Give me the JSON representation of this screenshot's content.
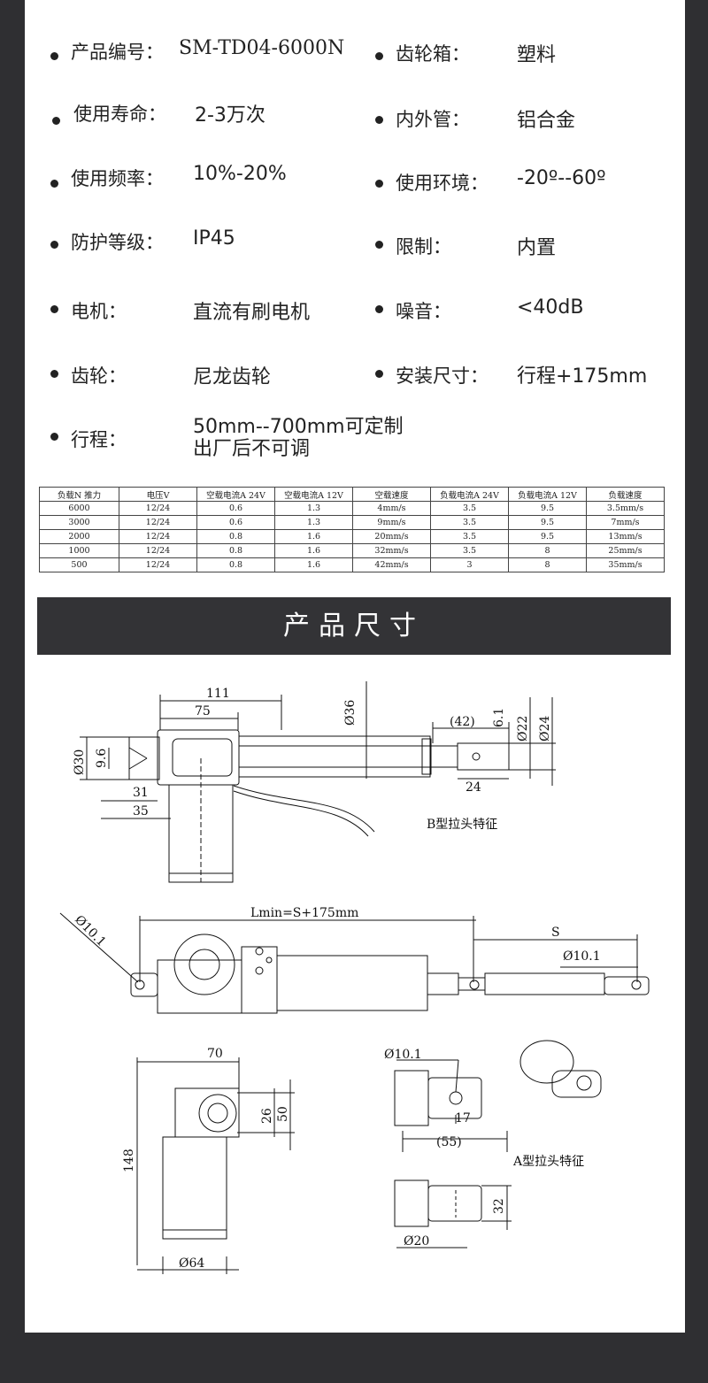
{
  "specs": {
    "model_label": "产品编号：",
    "model_value": "SM-TD04-6000N",
    "gearbox_label": "齿轮箱：",
    "gearbox_value": "塑料",
    "life_label": "使用寿命：",
    "life_value": "2-3万次",
    "tube_label": "内外管：",
    "tube_value": "铝合金",
    "duty_label": "使用频率：",
    "duty_value": "10%-20%",
    "env_label": "使用环境：",
    "env_value": "-20º--60º",
    "ip_label": "防护等级：",
    "ip_value": "IP45",
    "limit_label": "限制：",
    "limit_value": "内置",
    "motor_label": "电机：",
    "motor_value": "直流有刷电机",
    "noise_label": "噪音：",
    "noise_value": "<40dB",
    "gear_label": "齿轮：",
    "gear_value": "尼龙齿轮",
    "install_label": "安装尺寸：",
    "install_value": "行程+175mm",
    "stroke_label": "行程：",
    "stroke_value": "50mm--700mm可定制出厂后不可调"
  },
  "table": {
    "headers": [
      "负载N 推力",
      "电压V",
      "空载电流A 24V",
      "空载电流A 12V",
      "空载速度",
      "负载电流A 24V",
      "负载电流A 12V",
      "负载速度"
    ],
    "rows": [
      [
        "6000",
        "12/24",
        "0.6",
        "1.3",
        "4mm/s",
        "3.5",
        "9.5",
        "3.5mm/s"
      ],
      [
        "3000",
        "12/24",
        "0.6",
        "1.3",
        "9mm/s",
        "3.5",
        "9.5",
        "7mm/s"
      ],
      [
        "2000",
        "12/24",
        "0.8",
        "1.6",
        "20mm/s",
        "3.5",
        "9.5",
        "13mm/s"
      ],
      [
        "1000",
        "12/24",
        "0.8",
        "1.6",
        "32mm/s",
        "3.5",
        "8",
        "25mm/s"
      ],
      [
        "500",
        "12/24",
        "0.8",
        "1.6",
        "42mm/s",
        "3",
        "8",
        "35mm/s"
      ]
    ]
  },
  "banner": {
    "title": "产品尺寸"
  },
  "drawing": {
    "dim_111": "111",
    "dim_75": "75",
    "dim_36": "Ø36",
    "dim_42": "(42)",
    "dim_6_1": "6.1",
    "dim_22": "Ø22",
    "dim_24v": "Ø24",
    "dim_30": "Ø30",
    "dim_9_6": "9.6",
    "dim_31": "31",
    "dim_35": "35",
    "dim_24": "24",
    "b_type_label": "B型拉头特征",
    "lmin": "Lmin=S+175mm",
    "s_label": "S",
    "hole_10_1_a": "Ø10.1",
    "hole_10_1_b": "Ø10.1",
    "hole_10_1_c": "Ø10.1",
    "dim_70": "70",
    "dim_148": "148",
    "dim_26": "26",
    "dim_50": "50",
    "dim_64": "Ø64",
    "dim_17": "17",
    "dim_55": "(55)",
    "a_type_label": "A型拉头特征",
    "dim_32": "32",
    "dim_20": "Ø20"
  }
}
